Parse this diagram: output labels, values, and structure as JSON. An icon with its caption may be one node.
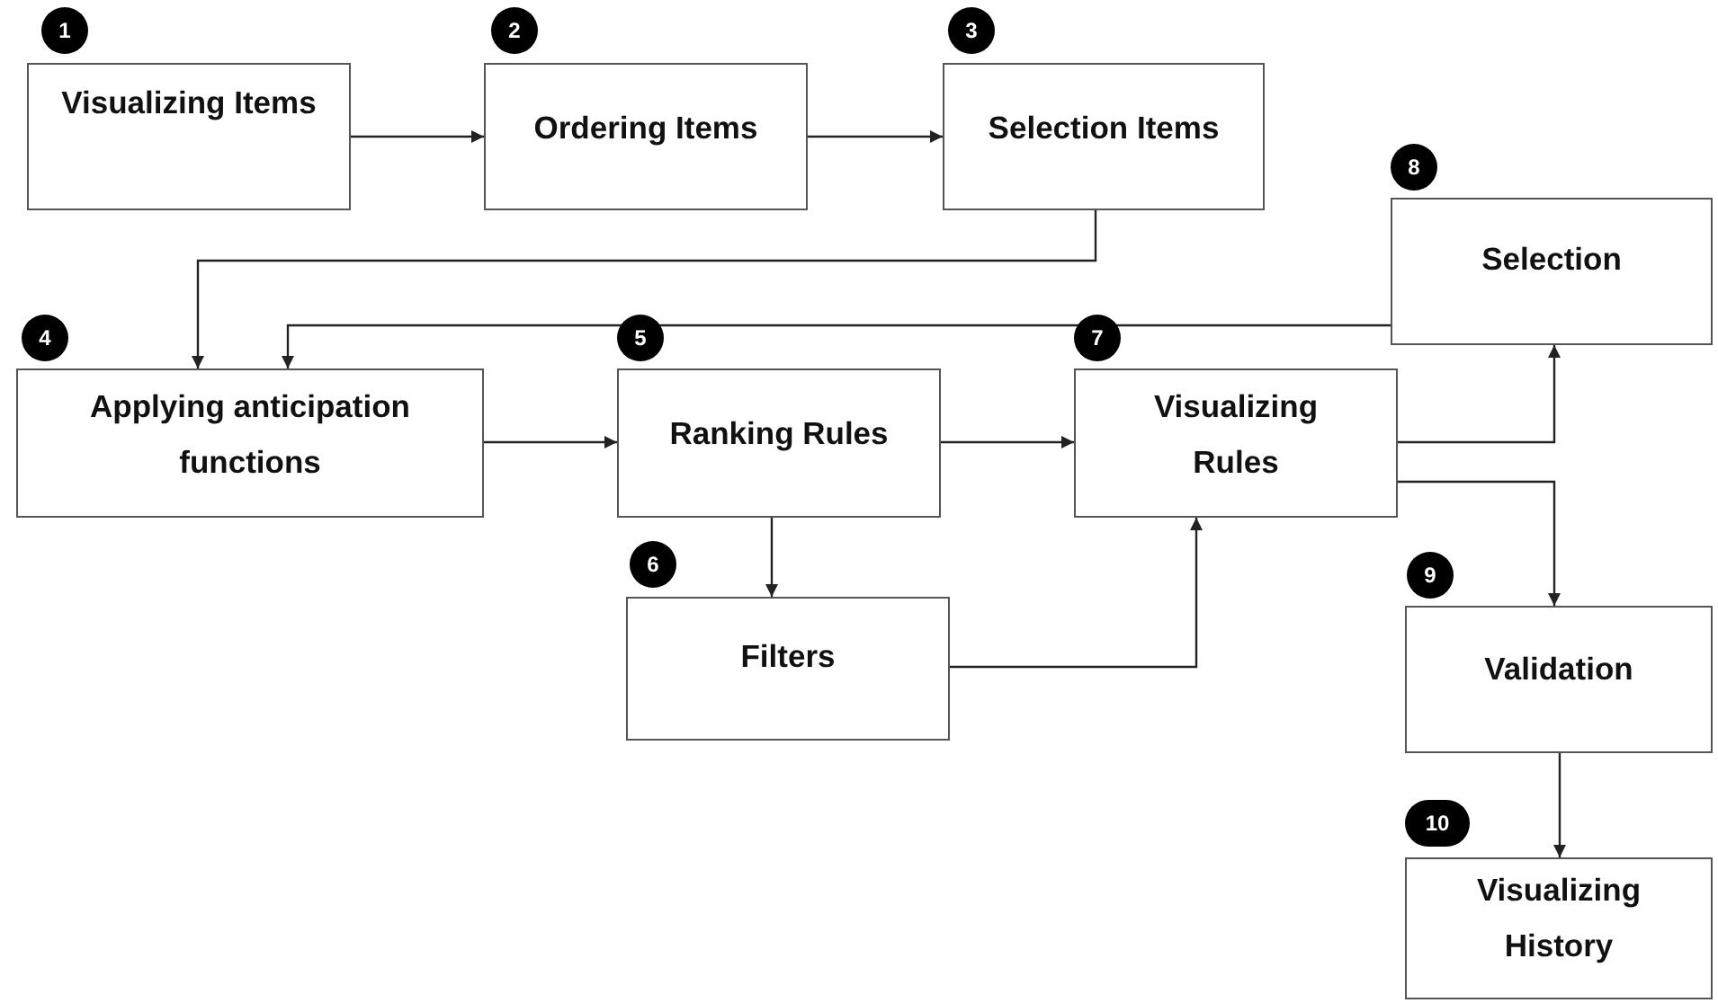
{
  "diagram": {
    "nodes": [
      {
        "text": [
          "Visualizing Items"
        ],
        "beside": [
          "1"
        ]
      },
      {
        "text": [
          "Ordering Items"
        ],
        "beside": [
          "2"
        ]
      },
      {
        "text": [
          "Selection Items"
        ],
        "beside": [
          "3"
        ]
      },
      {
        "text": [
          "Applying anticipation functions"
        ],
        "beside": [
          "4"
        ]
      },
      {
        "text": [
          "Ranking Rules"
        ],
        "beside": [
          "5"
        ]
      },
      {
        "text": [
          "Filters"
        ],
        "beside": [
          "6"
        ]
      },
      {
        "text": [
          "Visualizing Rules"
        ],
        "beside": [
          "7"
        ]
      },
      {
        "text": [
          "Selection"
        ],
        "beside": [
          "8"
        ]
      },
      {
        "text": [
          "Validation"
        ],
        "beside": [
          "9"
        ]
      },
      {
        "text": [
          "Visualizing History"
        ],
        "beside": [
          "10"
        ]
      }
    ],
    "edges": [
      {
        "from": 0,
        "to": 1,
        "arrow": "to"
      },
      {
        "from": 1,
        "to": 2,
        "arrow": "to"
      },
      {
        "from": 2,
        "to": 3,
        "arrow": "to"
      },
      {
        "from": 3,
        "to": 4,
        "arrow": "to"
      },
      {
        "from": 4,
        "to": 6,
        "arrow": "to"
      },
      {
        "from": 4,
        "to": 5,
        "arrow": "to"
      },
      {
        "from": 5,
        "to": 6,
        "arrow": "to"
      },
      {
        "from": 6,
        "to": 7,
        "arrow": "to"
      },
      {
        "from": 7,
        "to": 3,
        "arrow": "to"
      },
      {
        "from": 6,
        "to": 8,
        "arrow": "to"
      },
      {
        "from": 8,
        "to": 9,
        "arrow": "to"
      }
    ]
  }
}
